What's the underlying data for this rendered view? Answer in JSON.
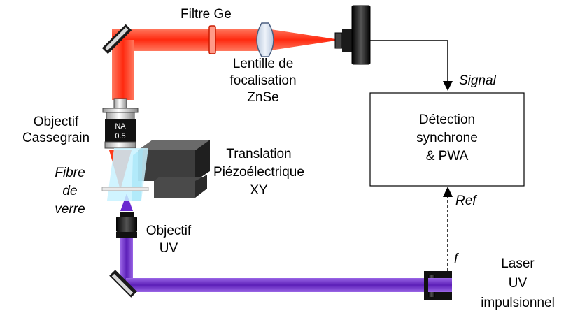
{
  "labels": {
    "filtre": "Filtre Ge",
    "lentille": [
      "Lentille de",
      "focalisation",
      "ZnSe"
    ],
    "objectif_cass": [
      "Objectif",
      "Cassegrain"
    ],
    "na_top": "NA",
    "na_value": "0.5",
    "fibre": [
      "Fibre",
      "de",
      "verre"
    ],
    "translation": [
      "Translation",
      "Piézoélectrique",
      "XY"
    ],
    "objectif_uv": [
      "Objectif",
      "UV"
    ],
    "signal": "Signal",
    "detection": [
      "Détection",
      "synchrone",
      "& PWA"
    ],
    "ref": "Ref",
    "freq": "f",
    "laser": [
      "Laser",
      "UV",
      "impulsionnel"
    ]
  },
  "colors": {
    "ir_beam": "#ff4a2e",
    "uv_beam": "#7a3cd0",
    "stage": "#3d3d3d",
    "fiber_sheet": "#c8f2ff",
    "mirror": "#1a1a1a",
    "detector": "#1a1a1a"
  }
}
